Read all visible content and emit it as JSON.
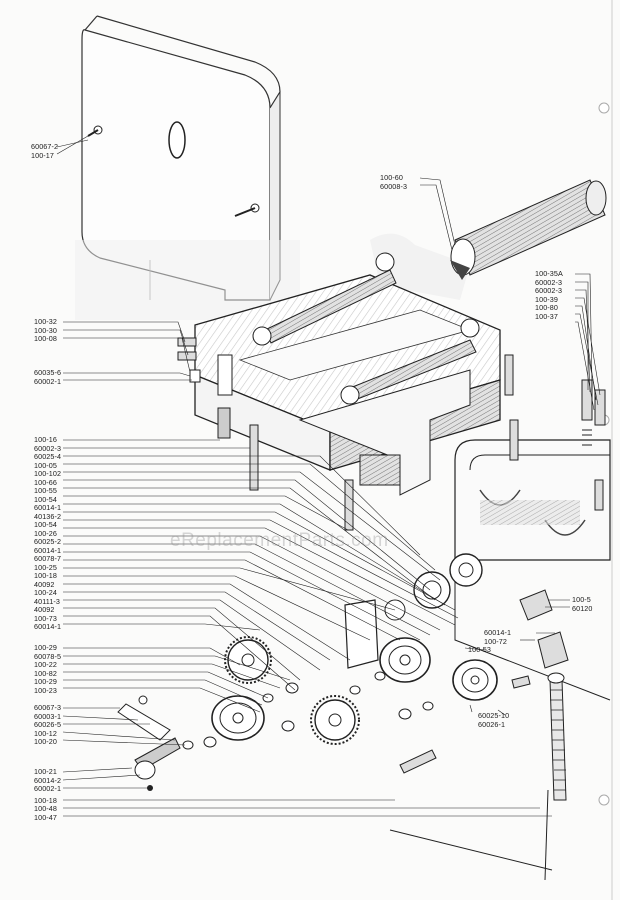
{
  "watermark": "eReplacementParts.com",
  "callouts": {
    "top_left": [
      "60067-2",
      "100-17"
    ],
    "top_right": [
      "100-60",
      "60008-3"
    ],
    "right_upper": [
      "100-35A",
      "60002-3",
      "60002-3",
      "100-39",
      "100-80",
      "100-37"
    ],
    "left_frame": [
      "100-32",
      "100-30",
      "100-08"
    ],
    "left_screws": [
      "60035-6",
      "60002-1"
    ],
    "left_column": [
      "100-16",
      "60002-3",
      "60025-4",
      "100-05",
      "100-102",
      "100-66",
      "100-55",
      "100-54",
      "60014-1",
      "40136-2",
      "100-54",
      "100-26",
      "60025-2",
      "60014-1",
      "60078-7",
      "100-25",
      "100-18",
      "40092",
      "100-24",
      "40111-3",
      "40092",
      "100-73",
      "60014-1"
    ],
    "left_gears": [
      "100-29",
      "60078-5",
      "100-22",
      "100-82",
      "100-29",
      "100-23"
    ],
    "left_lever": [
      "60067-3",
      "60003-1",
      "60026-5",
      "100-12",
      "100-20"
    ],
    "left_bottom": [
      "100-21",
      "60014-2",
      "60002-1",
      "100-18",
      "100-48",
      "100-47"
    ],
    "right_mid": [
      "100-5",
      "60120"
    ],
    "center_a": [
      "60014-1",
      "100-72"
    ],
    "center_b": "100-53",
    "center_c": [
      "60025-10",
      "60026-1"
    ]
  }
}
